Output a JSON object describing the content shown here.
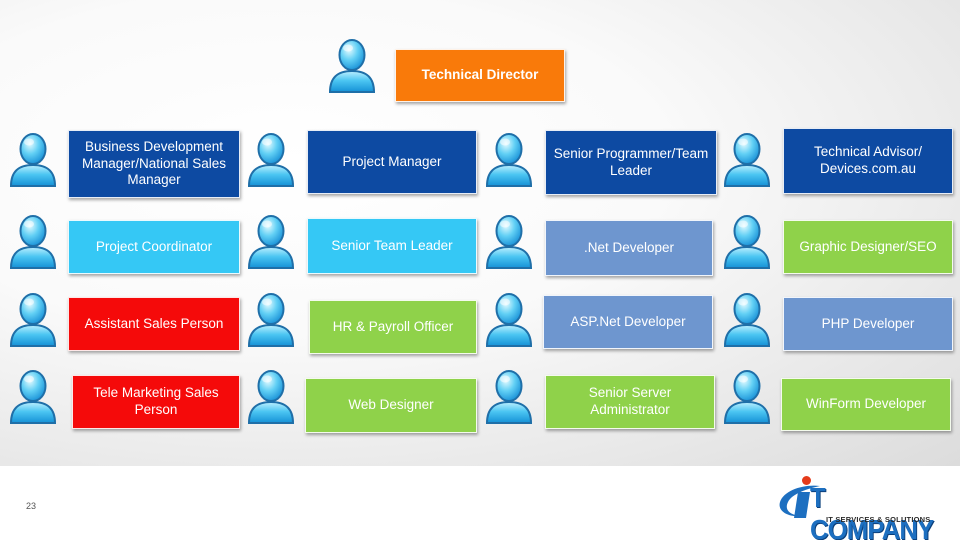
{
  "director": {
    "label": "Technical Director",
    "color": "#f97a0a"
  },
  "columns": [
    {
      "items": [
        {
          "label": "Business Development Manager/National Sales Manager",
          "color": "#0d4aa2"
        },
        {
          "label": "Project Coordinator",
          "color": "#35c8f5"
        },
        {
          "label": "Assistant Sales Person",
          "color": "#f50a0a"
        },
        {
          "label": "Tele Marketing Sales Person",
          "color": "#f50a0a"
        }
      ]
    },
    {
      "items": [
        {
          "label": "Project Manager",
          "color": "#0d4aa2"
        },
        {
          "label": "Senior Team Leader",
          "color": "#35c8f5"
        },
        {
          "label": "HR & Payroll Officer",
          "color": "#8fd24a"
        },
        {
          "label": "Web Designer",
          "color": "#8fd24a"
        }
      ]
    },
    {
      "items": [
        {
          "label": "Senior Programmer/Team Leader",
          "color": "#0d4aa2"
        },
        {
          "label": ".Net Developer",
          "color": "#6e96cf"
        },
        {
          "label": "ASP.Net Developer",
          "color": "#6e96cf"
        },
        {
          "label": "Senior Server Administrator",
          "color": "#8fd24a"
        }
      ]
    },
    {
      "items": [
        {
          "label": "Technical Advisor/ Devices.com.au",
          "color": "#0d4aa2"
        },
        {
          "label": "Graphic Designer/SEO",
          "color": "#8fd24a"
        },
        {
          "label": "PHP Developer",
          "color": "#6e96cf"
        },
        {
          "label": "WinForm Developer",
          "color": "#8fd24a"
        }
      ]
    }
  ],
  "footer": {
    "page_number": "23",
    "logo_name": "T COMPANY",
    "logo_tagline": "IT SERVICES & SOLUTIONS"
  }
}
